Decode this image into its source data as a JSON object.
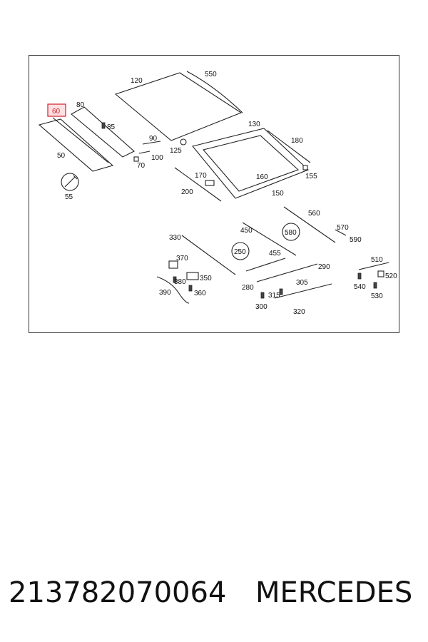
{
  "diagram": {
    "highlighted_part": "60",
    "part_labels": {
      "p120": "120",
      "p550": "550",
      "p80": "80",
      "p60": "60",
      "p85": "85",
      "p50": "50",
      "p55": "55",
      "p90": "90",
      "p125": "125",
      "p100": "100",
      "p70": "70",
      "p130": "130",
      "p180": "180",
      "p170": "170",
      "p160": "160",
      "p155": "155",
      "p200": "200",
      "p150": "150",
      "p560": "560",
      "p570": "570",
      "p590": "590",
      "p450": "450",
      "p580": "580",
      "p330": "330",
      "p250": "250",
      "p455": "455",
      "p370": "370",
      "p290": "290",
      "p510": "510",
      "p380": "380",
      "p350": "350",
      "p280": "280",
      "p305": "305",
      "p520": "520",
      "p540": "540",
      "p390": "390",
      "p360": "360",
      "p315": "315",
      "p530": "530",
      "p300": "300",
      "p320": "320"
    }
  },
  "footer": {
    "part_number": "213782070064",
    "brand": "MERCEDES"
  }
}
